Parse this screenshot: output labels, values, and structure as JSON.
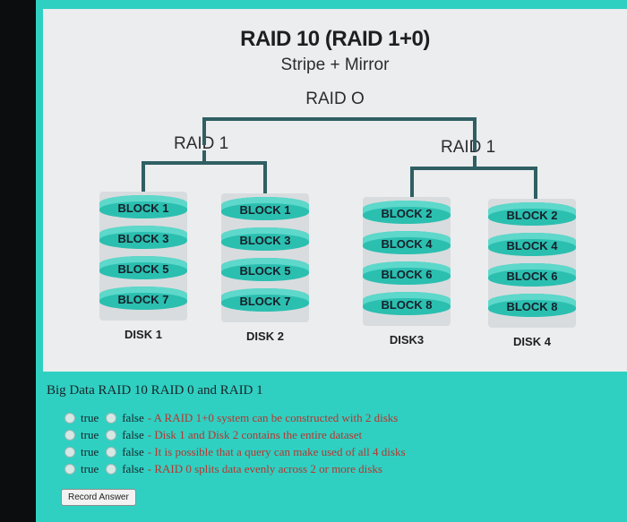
{
  "diagram": {
    "title": "RAID 10 (RAID 1+0)",
    "subtitle": "Stripe + Mirror",
    "raid0_label": "RAID O",
    "raid1_left_label": "RAID 1",
    "raid1_right_label": "RAID 1",
    "block_color": "#2bbfb0",
    "disks": [
      {
        "label": "DISK 1",
        "blocks": [
          "BLOCK 1",
          "BLOCK 3",
          "BLOCK 5",
          "BLOCK 7"
        ]
      },
      {
        "label": "DISK 2",
        "blocks": [
          "BLOCK 1",
          "BLOCK 3",
          "BLOCK 5",
          "BLOCK 7"
        ]
      },
      {
        "label": "DISK3",
        "blocks": [
          "BLOCK 2",
          "BLOCK 4",
          "BLOCK 6",
          "BLOCK 8"
        ]
      },
      {
        "label": "DISK 4",
        "blocks": [
          "BLOCK 2",
          "BLOCK 4",
          "BLOCK 6",
          "BLOCK 8"
        ]
      }
    ]
  },
  "quiz": {
    "title": "Big Data RAID 10 RAID 0 and RAID 1",
    "true_label": "true",
    "false_label": "false",
    "questions": [
      {
        "text": "- A RAID 1+0 system can be constructed with 2 disks"
      },
      {
        "text": "- Disk 1 and Disk 2 contains the entire dataset"
      },
      {
        "text": "- It is possible that a query can make used of all 4 disks"
      },
      {
        "text": "- RAID 0 splits data evenly across 2 or more disks"
      }
    ],
    "record_button": "Record Answer"
  }
}
